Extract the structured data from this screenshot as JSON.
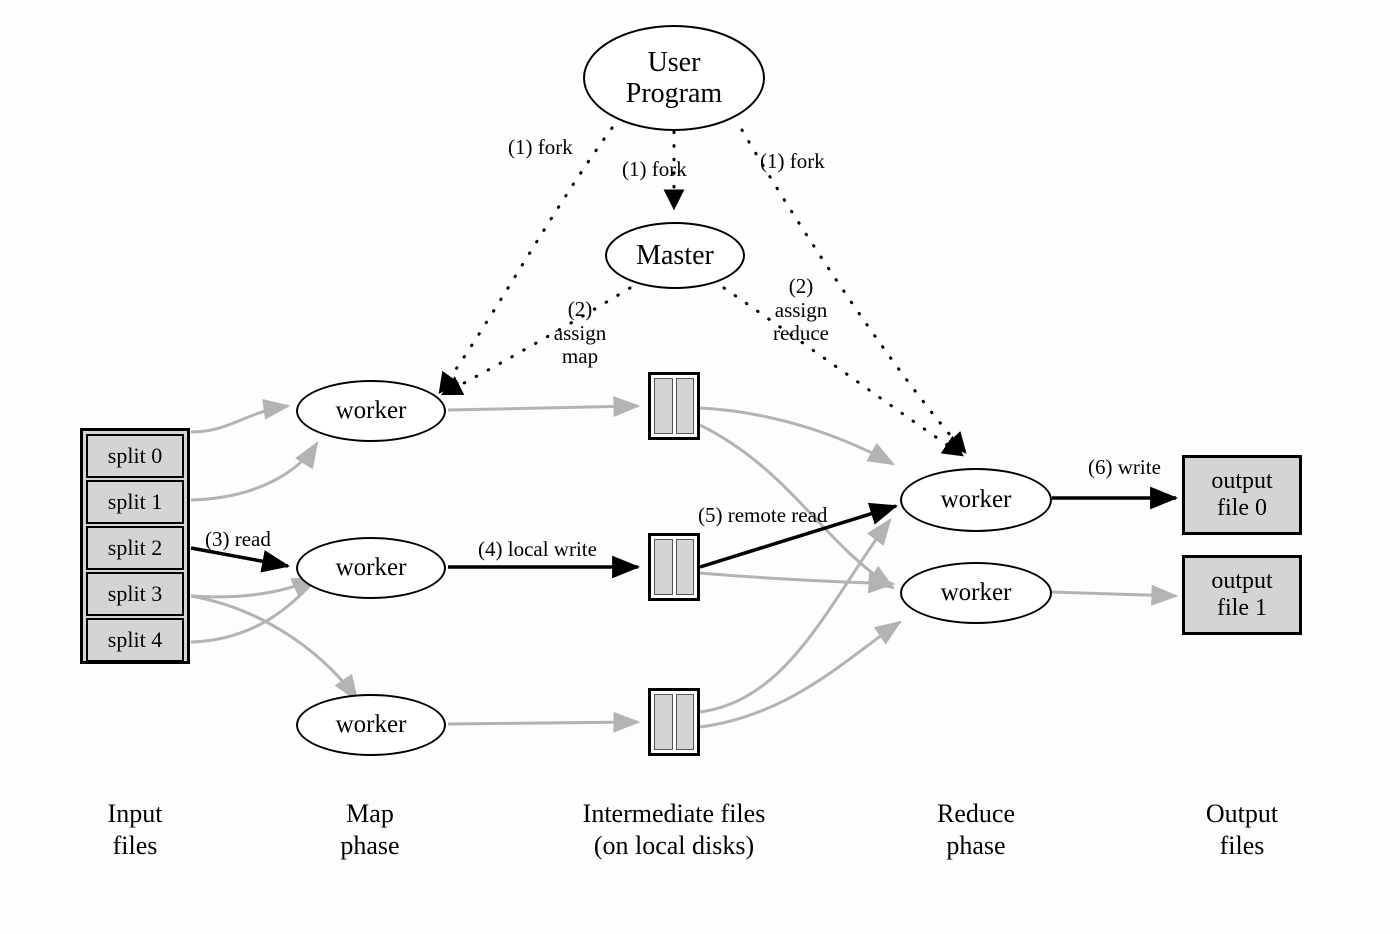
{
  "diagram": {
    "title": "MapReduce Execution Overview",
    "colors": {
      "background": "#fdfdfd",
      "box_fill": "#d4d4d4",
      "stroke": "#000000",
      "faint_arrow": "#b3b3b3",
      "bold_arrow": "#000000"
    }
  },
  "nodes": {
    "user_program": {
      "label": "User\nProgram"
    },
    "master": {
      "label": "Master"
    },
    "map_workers": [
      {
        "label": "worker"
      },
      {
        "label": "worker"
      },
      {
        "label": "worker"
      }
    ],
    "reduce_workers": [
      {
        "label": "worker"
      },
      {
        "label": "worker"
      }
    ],
    "input_splits": [
      {
        "label": "split 0"
      },
      {
        "label": "split 1"
      },
      {
        "label": "split 2"
      },
      {
        "label": "split 3"
      },
      {
        "label": "split 4"
      }
    ],
    "intermediate_files": [
      {
        "label": ""
      },
      {
        "label": ""
      },
      {
        "label": ""
      }
    ],
    "output_files": [
      {
        "label": "output\nfile 0"
      },
      {
        "label": "output\nfile 1"
      }
    ]
  },
  "edge_labels": {
    "fork_left": "(1) fork",
    "fork_center": "(1) fork",
    "fork_right": "(1) fork",
    "assign_map": "(2)\nassign\nmap",
    "assign_reduce": "(2)\nassign\nreduce",
    "read": "(3) read",
    "local_write": "(4) local write",
    "remote_read": "(5) remote read",
    "write": "(6) write"
  },
  "phase_labels": [
    {
      "label": "Input\nfiles"
    },
    {
      "label": "Map\nphase"
    },
    {
      "label": "Intermediate files\n(on local disks)"
    },
    {
      "label": "Reduce\nphase"
    },
    {
      "label": "Output\nfiles"
    }
  ]
}
